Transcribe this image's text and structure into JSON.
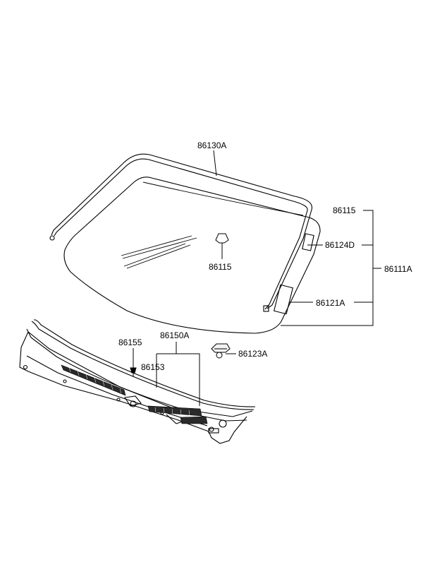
{
  "diagram": {
    "parts": [
      {
        "id": "p1",
        "number": "86130A"
      },
      {
        "id": "p2",
        "number": "86115"
      },
      {
        "id": "p3",
        "number": "86115"
      },
      {
        "id": "p4",
        "number": "86124D"
      },
      {
        "id": "p5",
        "number": "86111A"
      },
      {
        "id": "p6",
        "number": "86121A"
      },
      {
        "id": "p7",
        "number": "86150A"
      },
      {
        "id": "p8",
        "number": "86155"
      },
      {
        "id": "p9",
        "number": "86123A"
      },
      {
        "id": "p10",
        "number": "86153"
      }
    ]
  }
}
